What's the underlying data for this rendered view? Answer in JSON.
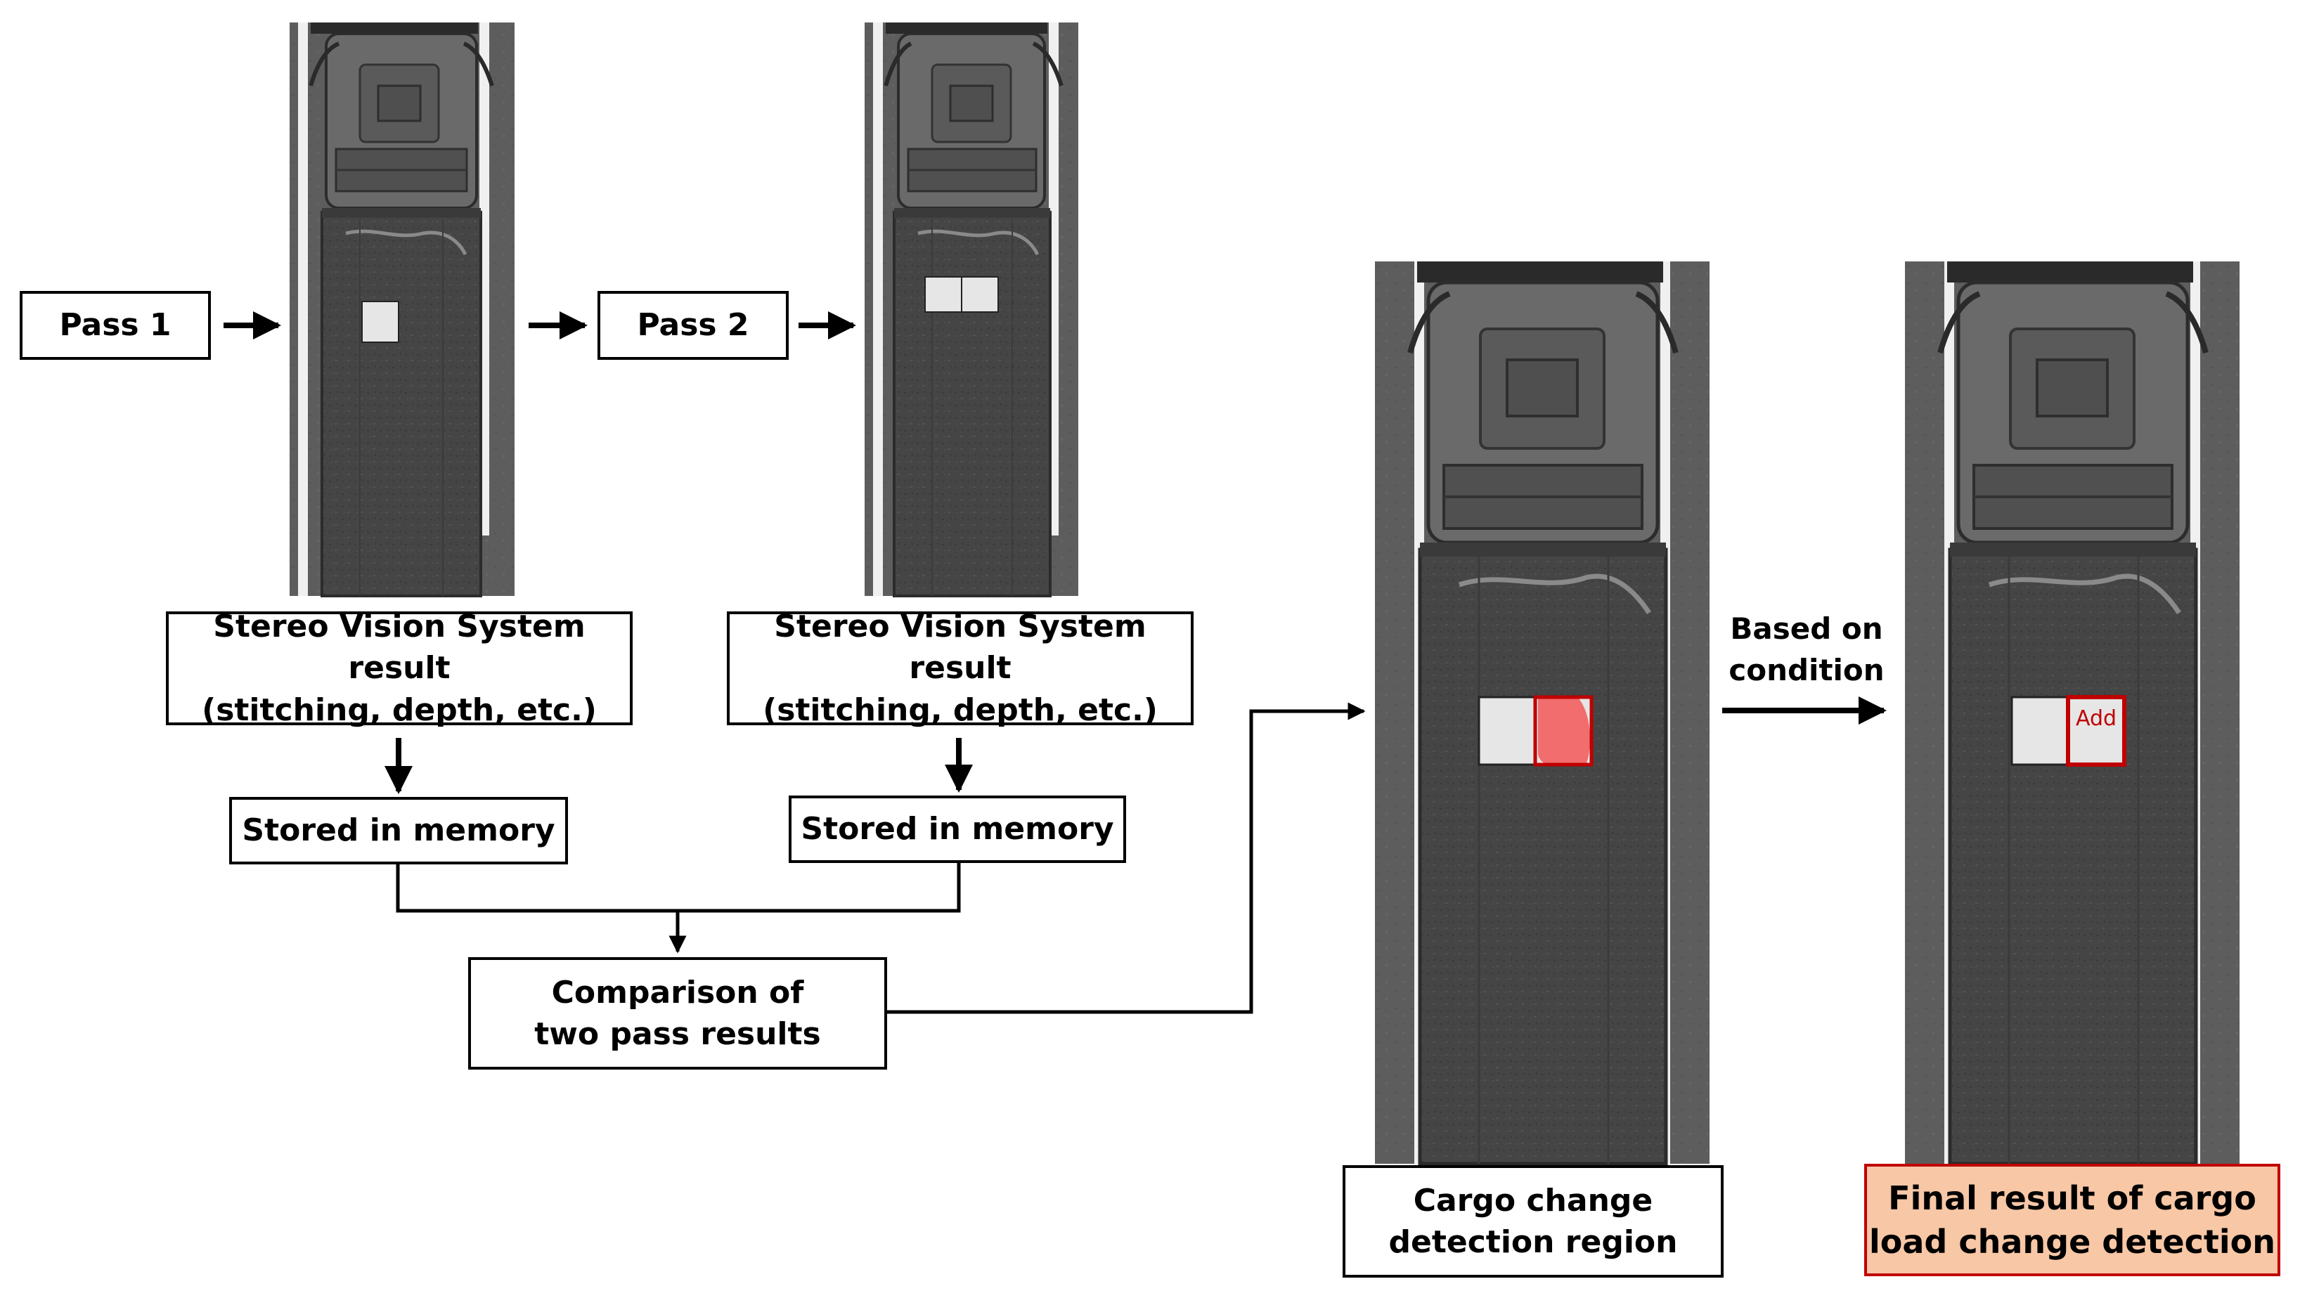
{
  "boxes": {
    "pass1": "Pass 1",
    "pass2": "Pass 2",
    "svs1_l1": "Stereo Vision System result",
    "svs1_l2": "(stitching, depth, etc.)",
    "svs2_l1": "Stereo Vision System result",
    "svs2_l2": "(stitching, depth, etc.)",
    "mem1": "Stored in memory",
    "mem2": "Stored in memory",
    "cmp_l1": "Comparison of",
    "cmp_l2": "two pass results",
    "cargo_l1": "Cargo change",
    "cargo_l2": "detection region",
    "final_l1": "Final result of cargo",
    "final_l2": "load change detection"
  },
  "labels": {
    "based_on_l1": "Based on",
    "based_on_l2": "condition",
    "add_tag": "Add"
  },
  "colors": {
    "line": "#000000",
    "final_fill": "#f7c7a6",
    "highlight_red": "#c00000",
    "change_fill": "#f26d6d",
    "cargo_fill": "#e6e6e6"
  }
}
